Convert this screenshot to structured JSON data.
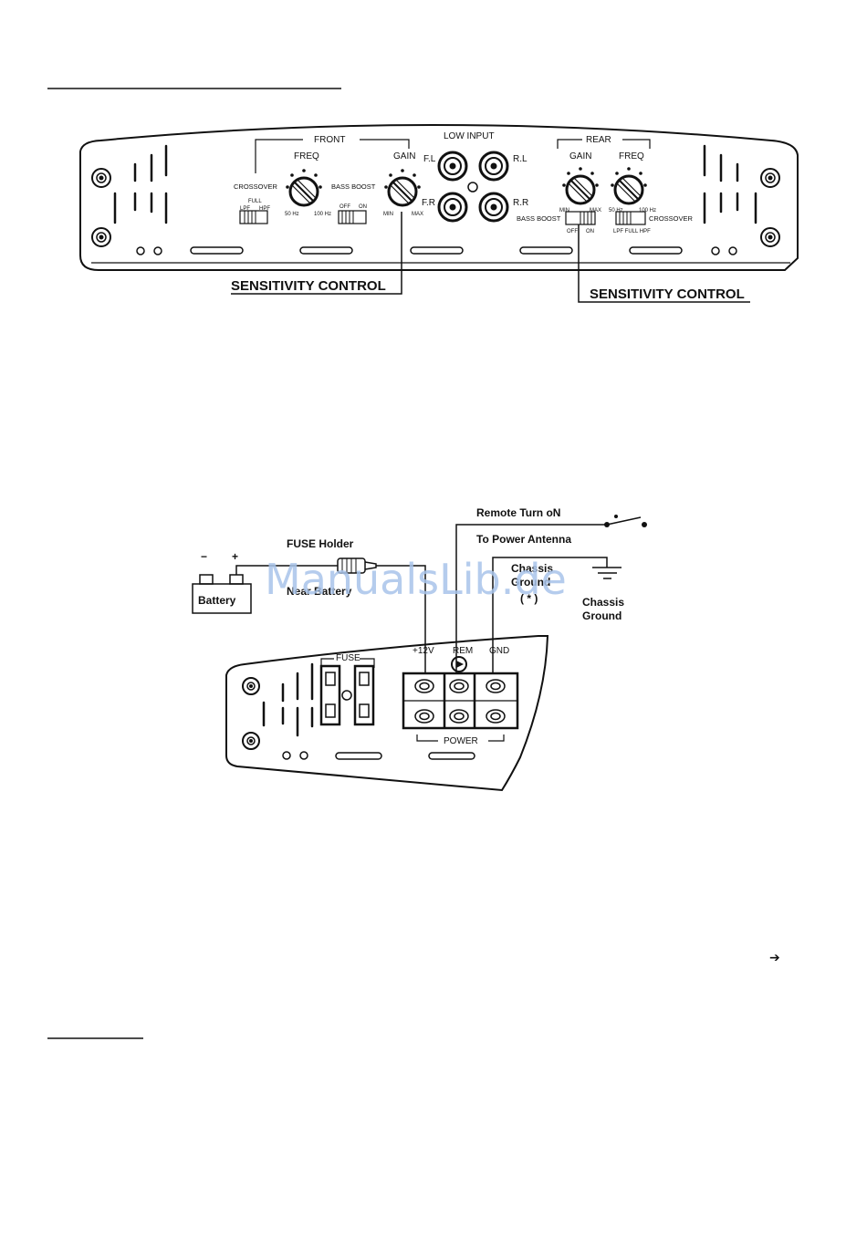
{
  "top_panel": {
    "section_front": "FRONT",
    "section_rear": "REAR",
    "low_input": "LOW INPUT",
    "front_freq": "FREQ",
    "front_gain": "GAIN",
    "rear_gain": "GAIN",
    "rear_freq": "FREQ",
    "crossover_left": "CROSSOVER",
    "crossover_right": "CROSSOVER",
    "bass_boost_left": "BASS BOOST",
    "bass_boost_right": "BASS BOOST",
    "switch_full": "FULL",
    "switch_lpf": "LPF",
    "switch_hpf": "HPF",
    "switch_lpf_full_hpf": "LPF   FULL   HPF",
    "switch_off": "OFF",
    "switch_on": "ON",
    "hz_50_left": "50 Hz",
    "hz_100_left": "100 Hz",
    "hz_50_right": "50 Hz",
    "hz_100_right": "100 Hz",
    "min_left": "MIN",
    "max_left": "MAX",
    "min_right": "MIN",
    "max_right": "MAX",
    "jack_fl": "F.L",
    "jack_fr": "F.R",
    "jack_rl": "R.L",
    "jack_rr": "R.R",
    "sensitivity_left": "SENSITIVITY CONTROL",
    "sensitivity_right": "SENSITIVITY CONTROL"
  },
  "wiring": {
    "remote": "Remote Turn oN",
    "antenna": "To Power Antenna",
    "fuse_holder": "FUSE Holder",
    "near_battery": "Near Battery",
    "battery": "Battery",
    "minus": "−",
    "plus": "+",
    "chassis_ground_line1": "Chassis",
    "chassis_ground_line2": "Ground",
    "asterisk": "( * )",
    "chassis_ground2_line1": "Chassis",
    "chassis_ground2_line2": "Ground",
    "fuse_label": "FUSE",
    "plus12": "+12V",
    "rem": "REM",
    "gnd": "GND",
    "power": "POWER"
  },
  "watermark": "ManualsLib.de",
  "arrow": "➔"
}
